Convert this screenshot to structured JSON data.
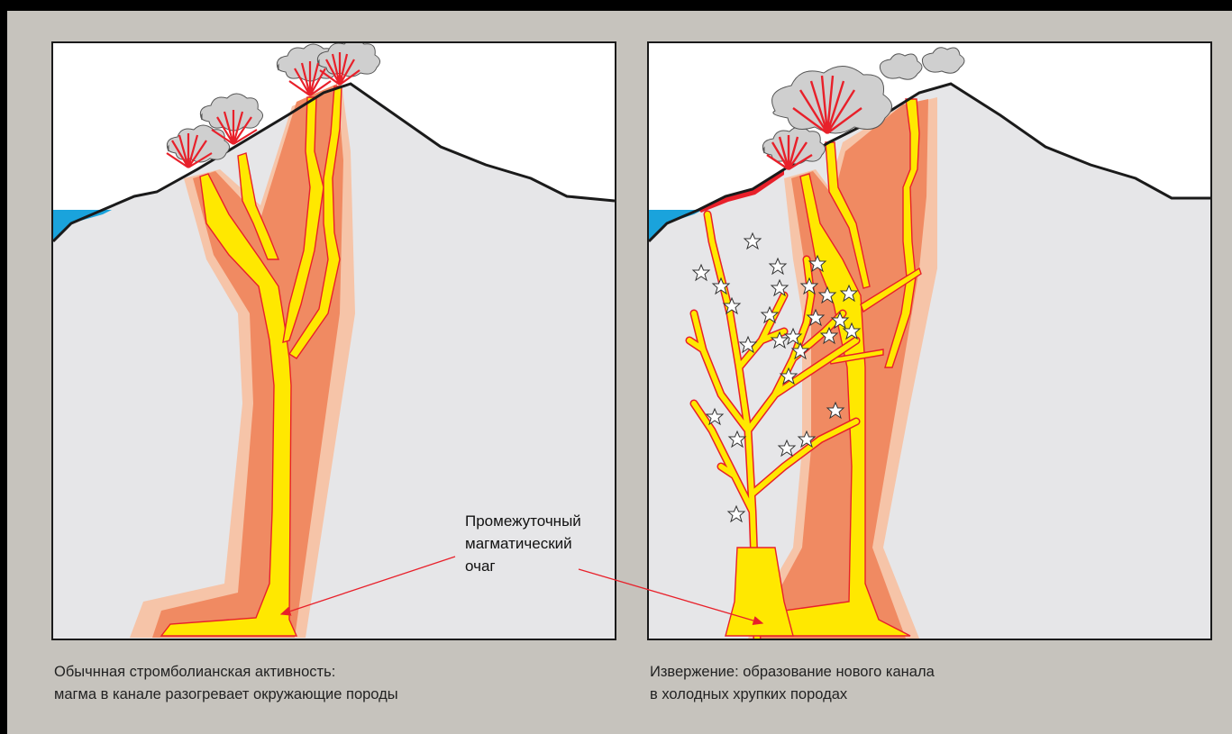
{
  "colors": {
    "background": "#c6c3bd",
    "rock": "#e6e6e8",
    "sky": "#ffffff",
    "sea": "#1aa3dc",
    "magma": "#ffe800",
    "magma_edge": "#e8202a",
    "heated_inner": "#f08a62",
    "heated_outer": "#f6c4a8",
    "ash_cloud": "#cfcfcf",
    "lava_spray": "#e8202a",
    "arrow": "#e8202a",
    "frame": "#000000"
  },
  "chamber_label": {
    "lines": [
      "Промежуточный",
      "магматический",
      "очаг"
    ]
  },
  "panels": {
    "left": {
      "caption_lines": [
        "Обычнная стромболианская активность:",
        "магма в канале разогревает окружающие породы"
      ]
    },
    "right": {
      "caption_lines": [
        "Извержение: образование нового канала",
        "в холодных хрупких породах"
      ]
    }
  },
  "icons": {
    "fracture_marker": "star-outline-icon",
    "eruption": "lava-fountain-icon",
    "plume": "ash-cloud-icon"
  }
}
